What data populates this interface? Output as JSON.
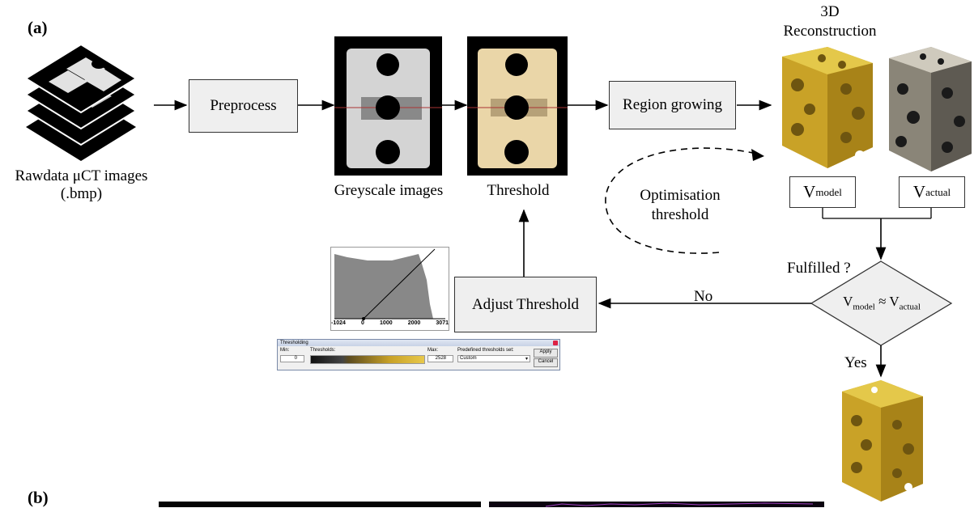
{
  "panel_a": "(a)",
  "panel_b": "(b)",
  "raw": {
    "line1": "Rawdata μCT images",
    "line2": "(.bmp)"
  },
  "preprocess": "Preprocess",
  "greyscale": "Greyscale images",
  "threshold": "Threshold",
  "region_growing": "Region growing",
  "recon": {
    "line1": "3D",
    "line2": "Reconstruction"
  },
  "v_model": {
    "main": "V",
    "sub": "model"
  },
  "v_actual": {
    "main": "V",
    "sub": "actual"
  },
  "optimisation": {
    "line1": "Optimisation",
    "line2": "threshold"
  },
  "fulfilled": "Fulfilled ?",
  "diamond": {
    "a_main": "V",
    "a_sub": "model",
    "op": "≈",
    "b_main": "V",
    "b_sub": "actual"
  },
  "no": "No",
  "yes": "Yes",
  "adjust": "Adjust Threshold",
  "histogram": {
    "ticks": [
      "-1024",
      "0",
      "1000",
      "2000",
      "3071"
    ]
  },
  "thr_dialog": {
    "title": "Thresholding",
    "min_label": "Min:",
    "thresholds_label": "Thresholds:",
    "max_label": "Max:",
    "predef_label": "Predefined thresholds set:",
    "min_value": "0",
    "max_value": "2528",
    "preset": "Custom",
    "apply": "Apply",
    "cancel": "Cancel"
  },
  "colors": {
    "gold": "#c9a227",
    "box_fill": "#efefef",
    "histogram": "#888888",
    "plot_line": "#a040c0"
  }
}
